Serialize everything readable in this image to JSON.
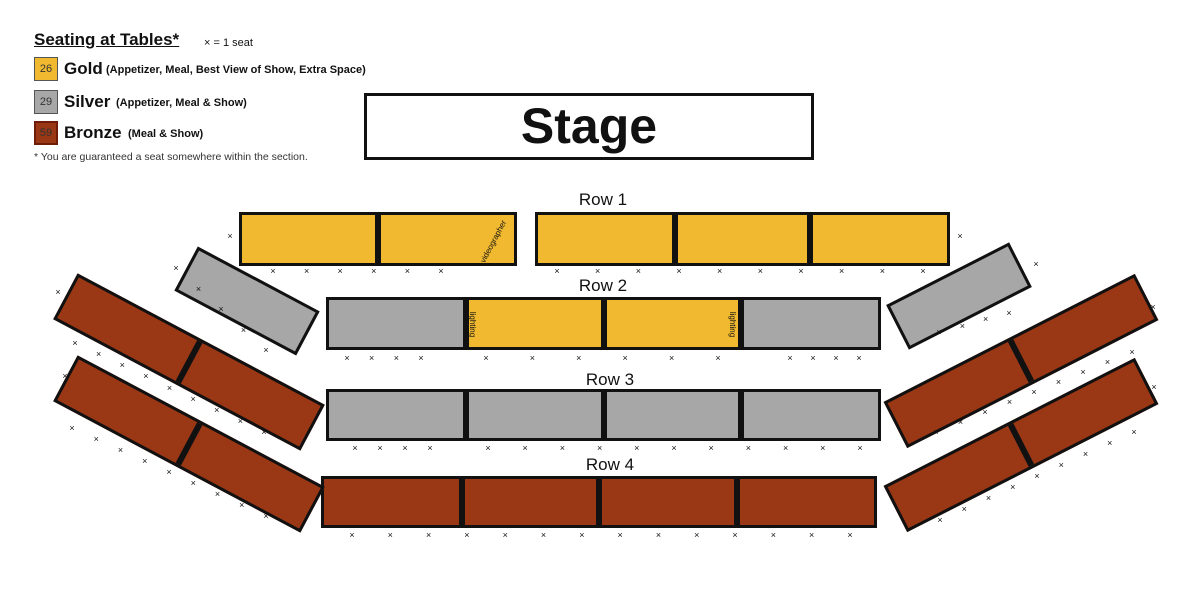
{
  "legend": {
    "title": "Seating at Tables*",
    "seat_key": "× = 1 seat",
    "tiers": [
      {
        "count": "26",
        "name": "Gold",
        "description": "(Appetizer, Meal, Best View of Show, Extra Space)",
        "color": "#f0b930"
      },
      {
        "count": "29",
        "name": "Silver",
        "description": "(Appetizer, Meal & Show)",
        "color": "#a7a7a7"
      },
      {
        "count": "59",
        "name": "Bronze",
        "description": "(Meal & Show)",
        "color": "#9a3715"
      }
    ],
    "note": "* You are guaranteed a seat somewhere within the section."
  },
  "stage": {
    "label": "Stage"
  },
  "rows": [
    {
      "label": "Row 1"
    },
    {
      "label": "Row 2"
    },
    {
      "label": "Row 3"
    },
    {
      "label": "Row 4"
    }
  ],
  "annotations": {
    "videographer": "videographer",
    "lighting_left": "lighting",
    "lighting_right": "lighting"
  },
  "seat_mark": "×",
  "colors": {
    "gold": "#f0b930",
    "silver": "#a7a7a7",
    "bronze": "#9a3715",
    "outline": "#111111"
  }
}
